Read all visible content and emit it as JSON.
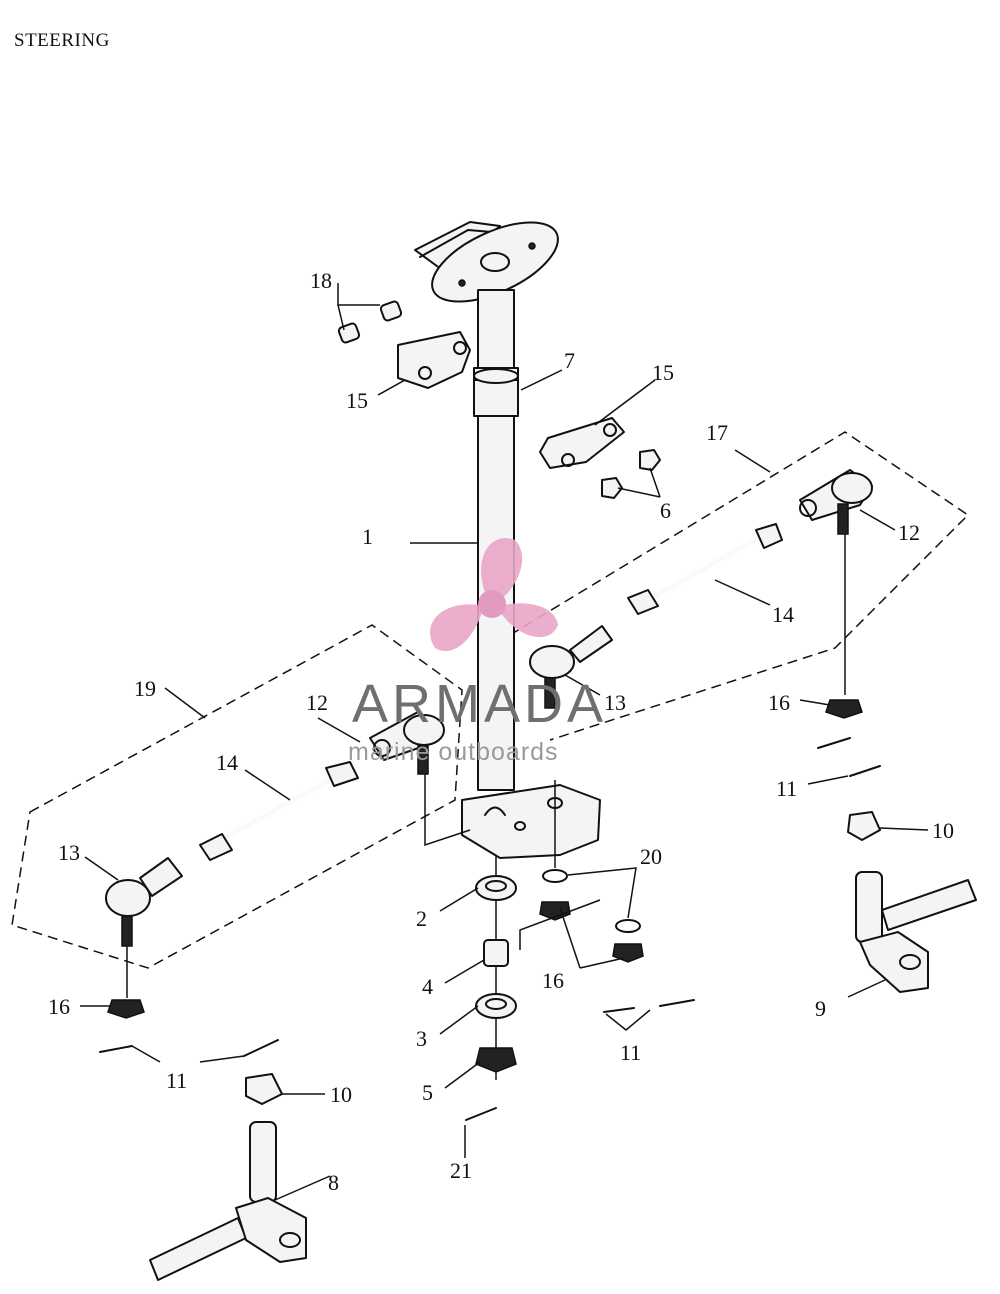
{
  "title": "STEERING",
  "watermark": {
    "brand": "ARMADA",
    "tagline": "marine outboards",
    "color": "#e9a6c8"
  },
  "callouts": {
    "c1": "1",
    "c2": "2",
    "c3": "3",
    "c4": "4",
    "c5": "5",
    "c6": "6",
    "c7": "7",
    "c8": "8",
    "c9": "9",
    "c10a": "10",
    "c10b": "10",
    "c11a": "11",
    "c11b": "11",
    "c11c": "11",
    "c12a": "12",
    "c12b": "12",
    "c13a": "13",
    "c13b": "13",
    "c14a": "14",
    "c14b": "14",
    "c15a": "15",
    "c15b": "15",
    "c16a": "16",
    "c16b": "16",
    "c16c": "16",
    "c17": "17",
    "c18": "18",
    "c19": "19",
    "c20": "20",
    "c21": "21"
  }
}
